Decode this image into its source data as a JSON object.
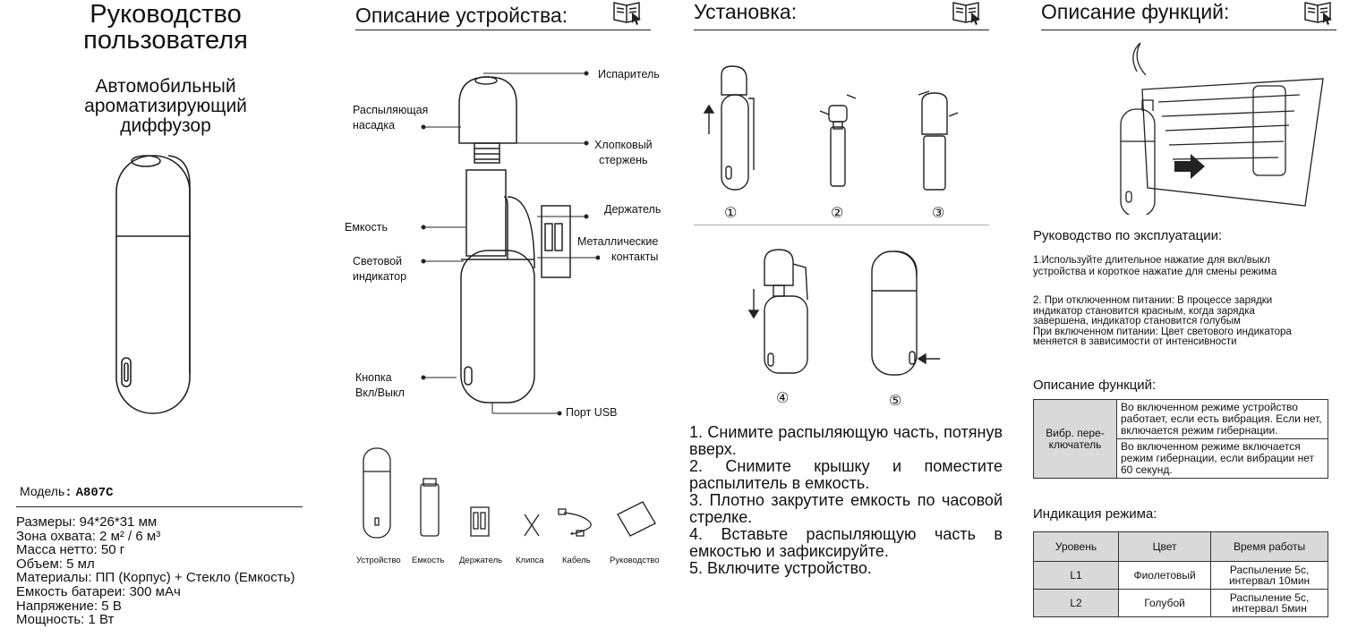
{
  "panel1": {
    "title_line1": "Руководство",
    "title_line2": "пользователя",
    "subtitle_line1": "Автомобильный",
    "subtitle_line2": "ароматизирующий",
    "subtitle_line3": "диффузор",
    "model_label": "Модель",
    "model_sep": ":",
    "model_value": "A807C",
    "specs": [
      "Размеры: 94*26*31 мм",
      "Зона охвата: 2 м² / 6 м³",
      "Масса нетто: 50 г",
      "Объем: 5 мл",
      "Материалы: ПП (Корпус) + Стекло (Емкость)",
      "Емкость батареи: 300 мАч",
      "Напряжение: 5 В",
      "Мощность: 1 Вт"
    ]
  },
  "panel2": {
    "header": "Описание устройства:",
    "labels": {
      "evaporator": "Испаритель",
      "spray_l1": "Распыляющая",
      "spray_l2": "насадка",
      "cotton_l1": "Хлопковый",
      "cotton_l2": "стержень",
      "holder": "Держатель",
      "tank": "Емкость",
      "metal_l1": "Металлические",
      "metal_l2": "контакты",
      "led_l1": "Световой",
      "led_l2": "индикатор",
      "button_l1": "Кнопка",
      "button_l2": "Вкл/Выкл",
      "usb": "Порт USB"
    },
    "contents": [
      "Устройство",
      "Емкость",
      "Держатель",
      "Клипса",
      "Кабель",
      "Руководство"
    ]
  },
  "panel3": {
    "header": "Установка:",
    "markers": [
      "①",
      "②",
      "③",
      "④",
      "⑤"
    ],
    "steps": [
      "1.  Снимите  распыляющую часть, потянув вверх.",
      "2.  Снимите крышку  и  поместите распылитель в емкость.",
      "3.  Плотно  закрутите  емкость  по часовой стрелке.",
      "4. Вставьте  распыляющую  часть в емкостью и зафиксируйте.",
      "5.   Включите устройство."
    ]
  },
  "panel4": {
    "header": "Описание функций:",
    "manual_title": "Руководство по эксплуатации:",
    "para1_l1": "1.Используйте длительное нажатие для вкл/выкл",
    "para1_l2": "устройства и короткое нажатие для смены режима",
    "para2_l1": "2. При отключенном питании: В процессе зарядки",
    "para2_l2": "индикатор становится красным, когда зарядка",
    "para2_l3": "завершена, индикатор становится голубым",
    "para2_l4": "При включенном питании: Цвет светового индикатора",
    "para2_l5": "меняется в зависимости от интенсивности",
    "func_title": "Описание функций:",
    "func_left_l1": "Вибр. пере-",
    "func_left_l2": "ключатель",
    "func_row1": "Во включенном режиме устройство работает, если есть вибрация. Если нет, включается режим гибернации.",
    "func_row2": "Во включенном режиме включается режим гибернации, если вибрации нет 60 секунд.",
    "mode_title": "Индикация режима:",
    "mode_headers": [
      "Уровень",
      "Цвет",
      "Время работы"
    ],
    "mode_rows": [
      {
        "level": "L1",
        "color": "Фиолетовый",
        "time_l1": "Распыление 5с,",
        "time_l2": "интервал 10мин"
      },
      {
        "level": "L2",
        "color": "Голубой",
        "time_l1": "Распыление 5с,",
        "time_l2": "интервал 5мин"
      }
    ]
  },
  "icons": {
    "header_icon": "book-cursor-icon"
  }
}
